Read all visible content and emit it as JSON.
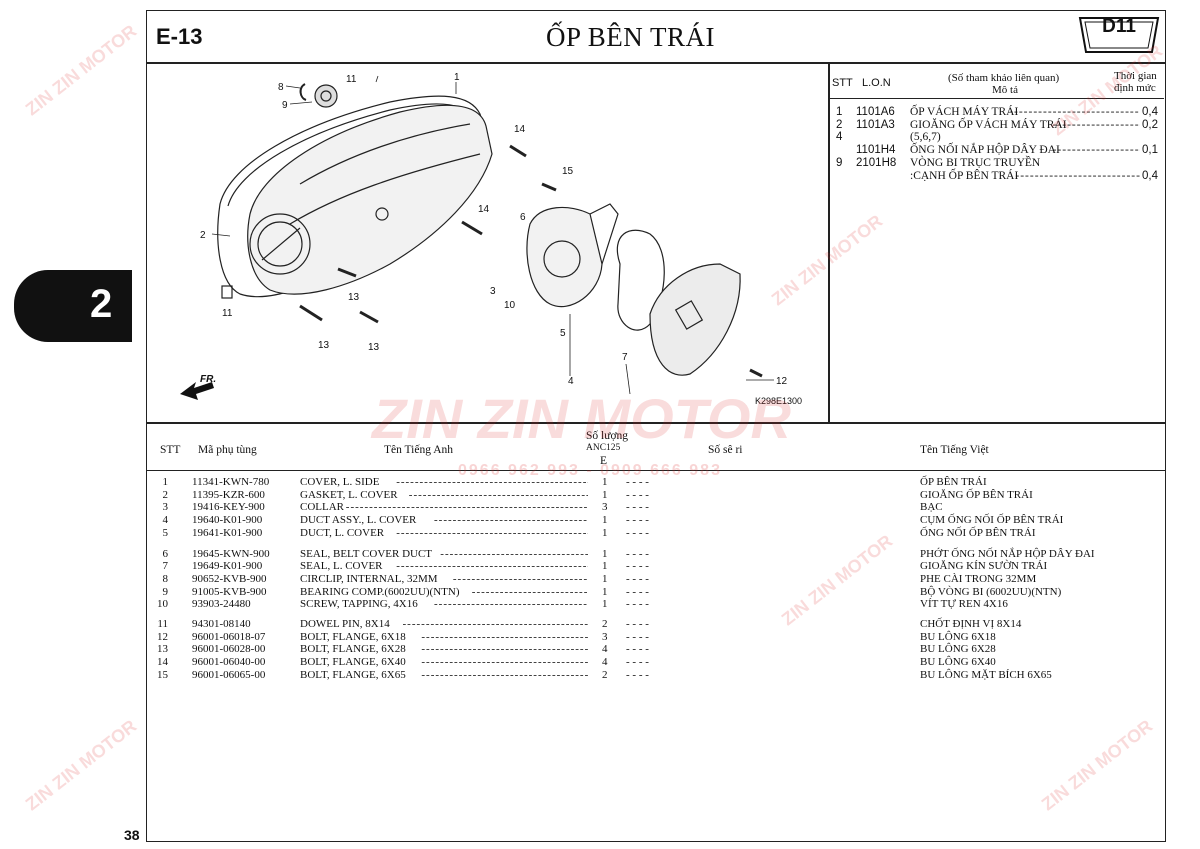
{
  "header": {
    "section_code": "E-13",
    "title": "ỐP BÊN TRÁI",
    "badge": "D11",
    "tab_number": "2",
    "page_number": "38"
  },
  "diagram": {
    "callouts": [
      "1",
      "2",
      "3",
      "4",
      "5",
      "6",
      "7",
      "8",
      "9",
      "10",
      "11",
      "12",
      "13",
      "14",
      "15"
    ],
    "fr_label": "FR.",
    "diagram_code": "K298E1300"
  },
  "reference": {
    "col_stt": "STT",
    "col_lon": "L.O.N",
    "col_desc_top": "(Số tham khảo liên quan)",
    "col_desc_bottom": "Mô tả",
    "col_time_top": "Thời gian",
    "col_time_bottom": "định mức",
    "rows": [
      {
        "stt": "1",
        "lon": "1101A6",
        "desc": "ỐP VÁCH MÁY TRÁI",
        "time": "0,4"
      },
      {
        "stt": "2",
        "lon": "1101A3",
        "desc": "GIOĂNG ỐP VÁCH MÁY TRÁI",
        "time": "0,2"
      },
      {
        "stt": "4",
        "lon": "",
        "desc": "(5,6,7)",
        "time": ""
      },
      {
        "stt": "",
        "lon": "1101H4",
        "desc": "ỐNG NỐI NẮP HỘP DÂY ĐAI",
        "time": "0,1"
      },
      {
        "stt": "9",
        "lon": "2101H8",
        "desc": "VÒNG BI TRỤC TRUYỀN",
        "time": ""
      },
      {
        "stt": "",
        "lon": "",
        "desc": ":CẠNH ỐP BÊN TRÁI",
        "time": "0,4"
      }
    ]
  },
  "parts_table": {
    "headers": {
      "stt": "STT",
      "part_no": "Mã phụ tùng",
      "name_en": "Tên Tiếng Anh",
      "qty_top": "Số lượng",
      "qty_model": "ANC125",
      "qty_type": "E",
      "serial": "Số sê ri",
      "name_vi": "Tên Tiếng Việt"
    },
    "rows": [
      {
        "stt": "1",
        "part_no": "11341-KWN-780",
        "name_en": "COVER, L. SIDE",
        "qty": "1",
        "name_vi": "ỐP BÊN TRÁI"
      },
      {
        "stt": "2",
        "part_no": "11395-KZR-600",
        "name_en": "GASKET, L. COVER",
        "qty": "1",
        "name_vi": "GIOĂNG ỐP BÊN TRÁI"
      },
      {
        "stt": "3",
        "part_no": "19416-KEY-900",
        "name_en": "COLLAR",
        "qty": "3",
        "name_vi": "BẠC"
      },
      {
        "stt": "4",
        "part_no": "19640-K01-900",
        "name_en": "DUCT ASSY., L. COVER",
        "qty": "1",
        "name_vi": "CỤM ỐNG NỐI ỐP BÊN TRÁI"
      },
      {
        "stt": "5",
        "part_no": "19641-K01-900",
        "name_en": "DUCT, L. COVER",
        "qty": "1",
        "name_vi": "ỐNG NỐI ỐP BÊN TRÁI"
      },
      {
        "stt": "6",
        "part_no": "19645-KWN-900",
        "name_en": "SEAL, BELT COVER DUCT",
        "qty": "1",
        "name_vi": "PHỚT ỐNG NỐI NẮP HỘP DÂY ĐAI"
      },
      {
        "stt": "7",
        "part_no": "19649-K01-900",
        "name_en": "SEAL, L. COVER",
        "qty": "1",
        "name_vi": "GIOĂNG KÍN SƯỜN TRÁI"
      },
      {
        "stt": "8",
        "part_no": "90652-KVB-900",
        "name_en": "CIRCLIP, INTERNAL, 32MM",
        "qty": "1",
        "name_vi": "PHE CÀI TRONG 32MM"
      },
      {
        "stt": "9",
        "part_no": "91005-KVB-900",
        "name_en": "BEARING COMP.(6002UU)(NTN)",
        "qty": "1",
        "name_vi": "BỘ VÒNG BI (6002UU)(NTN)"
      },
      {
        "stt": "10",
        "part_no": "93903-24480",
        "name_en": "SCREW, TAPPING, 4X16",
        "qty": "1",
        "name_vi": "VÍT TỰ REN 4X16"
      },
      {
        "stt": "11",
        "part_no": "94301-08140",
        "name_en": "DOWEL PIN, 8X14",
        "qty": "2",
        "name_vi": "CHỐT ĐỊNH VỊ 8X14"
      },
      {
        "stt": "12",
        "part_no": "96001-06018-07",
        "name_en": "BOLT, FLANGE, 6X18",
        "qty": "3",
        "name_vi": "BU LÔNG 6X18"
      },
      {
        "stt": "13",
        "part_no": "96001-06028-00",
        "name_en": "BOLT, FLANGE, 6X28",
        "qty": "4",
        "name_vi": "BU LÔNG 6X28"
      },
      {
        "stt": "14",
        "part_no": "96001-06040-00",
        "name_en": "BOLT, FLANGE, 6X40",
        "qty": "4",
        "name_vi": "BU LÔNG 6X40"
      },
      {
        "stt": "15",
        "part_no": "96001-06065-00",
        "name_en": "BOLT, FLANGE, 6X65",
        "qty": "2",
        "name_vi": "BU LÔNG MẶT BÍCH 6X65"
      }
    ]
  },
  "watermark": {
    "brand": "ZIN ZIN MOTOR",
    "phone": "0966 962 993 - 0909 666 983"
  }
}
